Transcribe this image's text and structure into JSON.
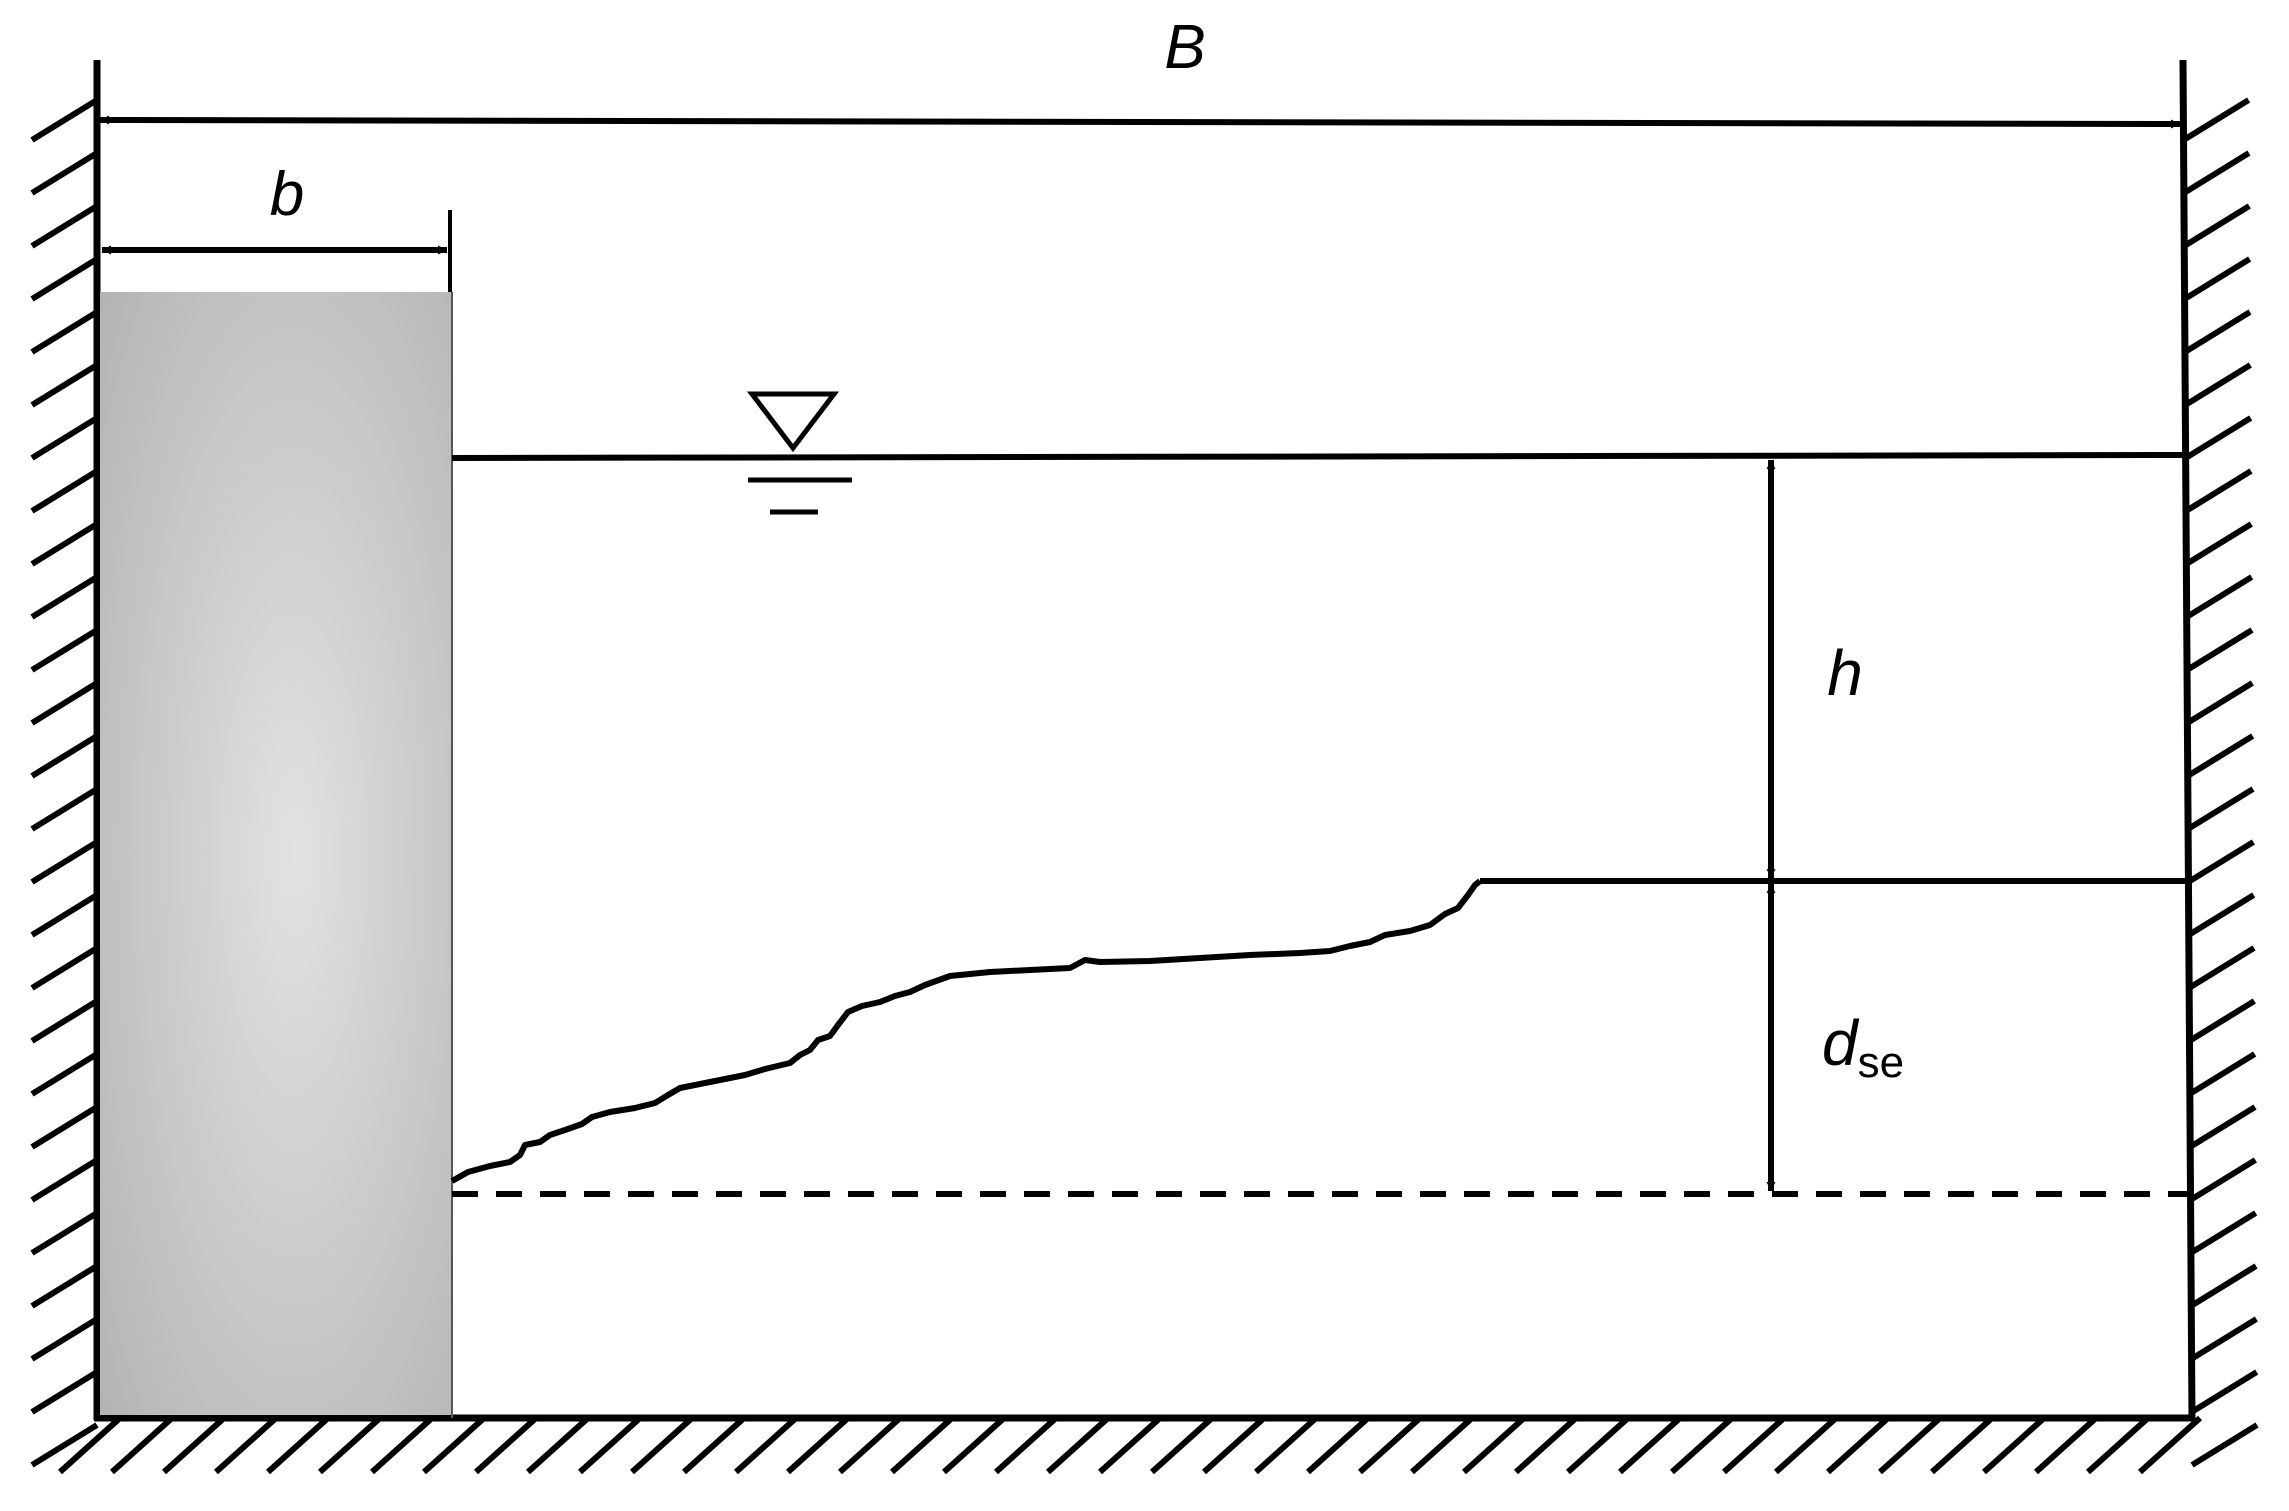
{
  "labels": {
    "flume_width": "B",
    "abutment_width": "b",
    "flow_depth": "h",
    "scour_depth_main": "d",
    "scour_depth_sub": "se"
  },
  "colors": {
    "stroke": "#000000",
    "abutment_light": "#e2e2e2",
    "abutment_dark": "#b3b3b3",
    "background": "#ffffff"
  },
  "icons": {
    "water_surface": "water-surface-triangle-icon"
  }
}
